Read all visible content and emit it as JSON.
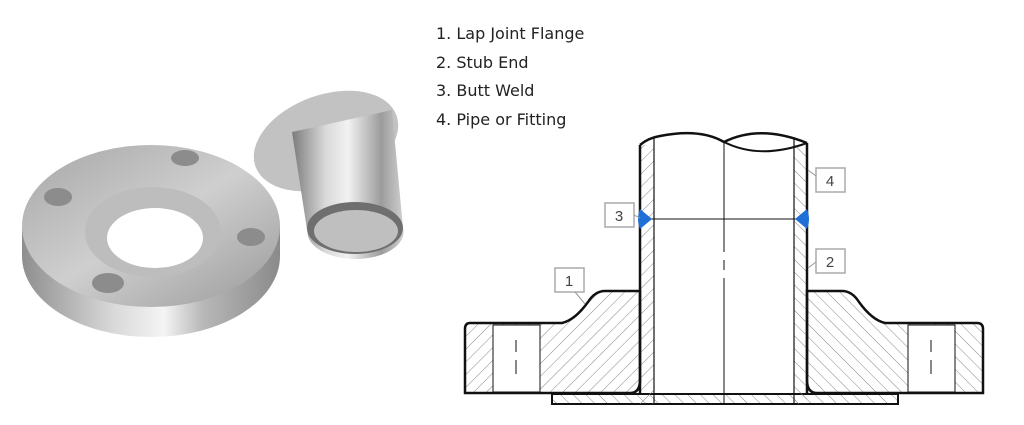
{
  "legend": [
    {
      "num": "1.",
      "label": "Lap Joint Flange"
    },
    {
      "num": "2.",
      "label": "Stub End"
    },
    {
      "num": "3.",
      "label": "Butt Weld"
    },
    {
      "num": "4.",
      "label": "Pipe or Fitting"
    }
  ],
  "callouts": {
    "flange": "1",
    "stub_end": "2",
    "weld": "3",
    "pipe": "4"
  },
  "colors": {
    "weld": "#1f6fd6",
    "line": "#111111",
    "hatch": "#888888",
    "metal": "#c8c8c8"
  }
}
